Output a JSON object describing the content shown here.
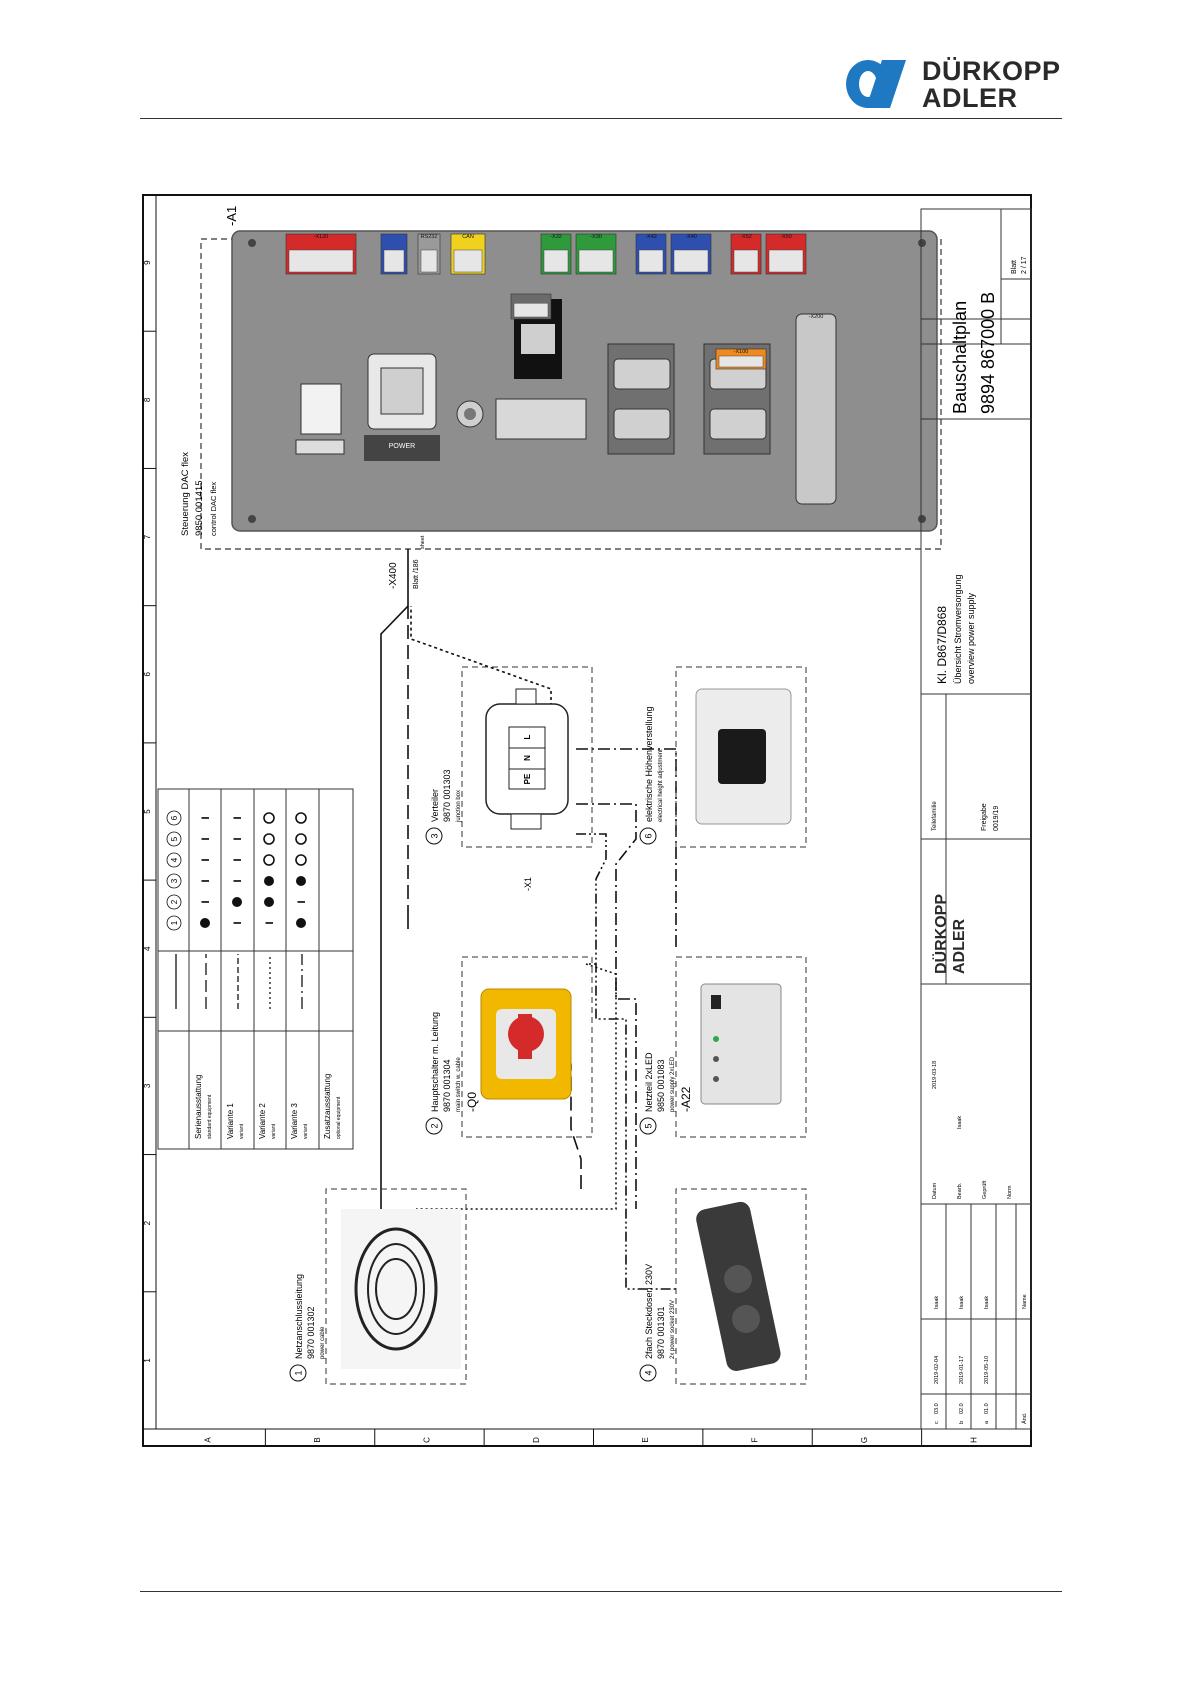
{
  "brand": {
    "line1": "DÜRKOPP",
    "line2": "ADLER",
    "color_blue": "#1e78c2"
  },
  "grid": {
    "columns": [
      "1",
      "2",
      "3",
      "4",
      "5",
      "6",
      "7",
      "8",
      "9"
    ],
    "rows": [
      "A",
      "B",
      "C",
      "D",
      "E",
      "F",
      "G",
      "H"
    ]
  },
  "controller": {
    "title": "Steuerung DAC flex",
    "part": "9850 001415",
    "subtitle": "control DAC flex",
    "ref": "-A1",
    "power_label": "POWER",
    "ports": [
      {
        "label": "-X120",
        "color": "#d42a2a"
      },
      {
        "label": "",
        "color": "#2f4fb0"
      },
      {
        "label": "RS232",
        "color": "#9a9a9a"
      },
      {
        "label": "CAN",
        "color": "#f0d21e"
      },
      {
        "label": "",
        "color": "#6b6b6b"
      },
      {
        "label": "-X32",
        "color": "#2e9a3c"
      },
      {
        "label": "-X30",
        "color": "#2e9a3c"
      },
      {
        "label": "-X42",
        "color": "#2f4fb0"
      },
      {
        "label": "-X40",
        "color": "#2f4fb0"
      },
      {
        "label": "-X52",
        "color": "#d42a2a"
      },
      {
        "label": "-X50",
        "color": "#d42a2a"
      },
      {
        "label": "-X100",
        "color": "#f08a1e"
      },
      {
        "label": "-X200",
        "color": "#8a8a8a"
      }
    ]
  },
  "connector": {
    "ref": "-X400",
    "sheet_ref": "Blatt /186",
    "sheet_en": "sheet"
  },
  "components": [
    {
      "num": "1",
      "name": "Netzanschlussleitung",
      "part": "9870 001302",
      "sub": "power cable",
      "ref": ""
    },
    {
      "num": "2",
      "name": "Hauptschalter m. Leitung",
      "part": "9870 001304",
      "sub": "main switch w. cable",
      "ref": "-Q0"
    },
    {
      "num": "3",
      "name": "Verteiler",
      "part": "9870 001303",
      "sub": "junction box",
      "ref": "-X1"
    },
    {
      "num": "4",
      "name": "2fach Steckdosen 230V",
      "part": "9870 001301",
      "sub": "2x power socket 230V",
      "ref": ""
    },
    {
      "num": "5",
      "name": "Netzteil 2xLED",
      "part": "9850 001083",
      "sub": "power supply 2xLED",
      "ref": "-A22"
    },
    {
      "num": "6",
      "name": "elektrische Höhenverstellung",
      "part": "",
      "sub": "electrical height adjustment",
      "ref": ""
    }
  ],
  "junction_box": {
    "terminals": [
      "PE",
      "N",
      "L"
    ]
  },
  "legend": {
    "headers": [
      "1",
      "2",
      "3",
      "4",
      "5",
      "6"
    ],
    "rows": [
      {
        "label": "Serienausstattung",
        "sub": "standard equipment",
        "cells": [
          "●",
          "I",
          "I",
          "I",
          "I",
          "I"
        ]
      },
      {
        "label": "Variante 1",
        "sub": "variant",
        "cells": [
          "I",
          "●",
          "I",
          "I",
          "I",
          "I"
        ]
      },
      {
        "label": "Variante 2",
        "sub": "variant",
        "cells": [
          "I",
          "●",
          "●",
          "○",
          "○",
          "○"
        ]
      },
      {
        "label": "Variante 3",
        "sub": "variant",
        "cells": [
          "●",
          "I",
          "●",
          "○",
          "○",
          "○"
        ]
      },
      {
        "label": "Zusatzausstattung",
        "sub": "optional equipment",
        "cells": [
          "",
          "",
          "",
          "",
          "",
          ""
        ]
      }
    ]
  },
  "title_block": {
    "class": "Kl. D867/D868",
    "title_de": "Übersicht Stromversorgung",
    "title_en": "overview power supply",
    "doc_type": "Bauschaltplan",
    "doc_no": "9894   867000  B",
    "sheet_label": "Blatt",
    "sheet_no": "2 / 17",
    "family_label": "Teilefamilie",
    "release_label": "Freigabe",
    "release_value": "0019/19",
    "datum_label": "Datum",
    "datum_value": "2019-03-18",
    "bearb_label": "Bearb.",
    "bearb_value": "Isaak",
    "gepr_label": "Geprüft",
    "norm_label": "Norm",
    "name_label": "Name",
    "aend_label": "Änd.",
    "revisions": [
      {
        "rev": "c",
        "id": "03.0",
        "date": "2019-02-04",
        "name": "Isaak"
      },
      {
        "rev": "b",
        "id": "02.0",
        "date": "2019-01-17",
        "name": "Isaak"
      },
      {
        "rev": "a",
        "id": "01.0",
        "date": "2019-05-10",
        "name": "Isaak"
      }
    ]
  }
}
